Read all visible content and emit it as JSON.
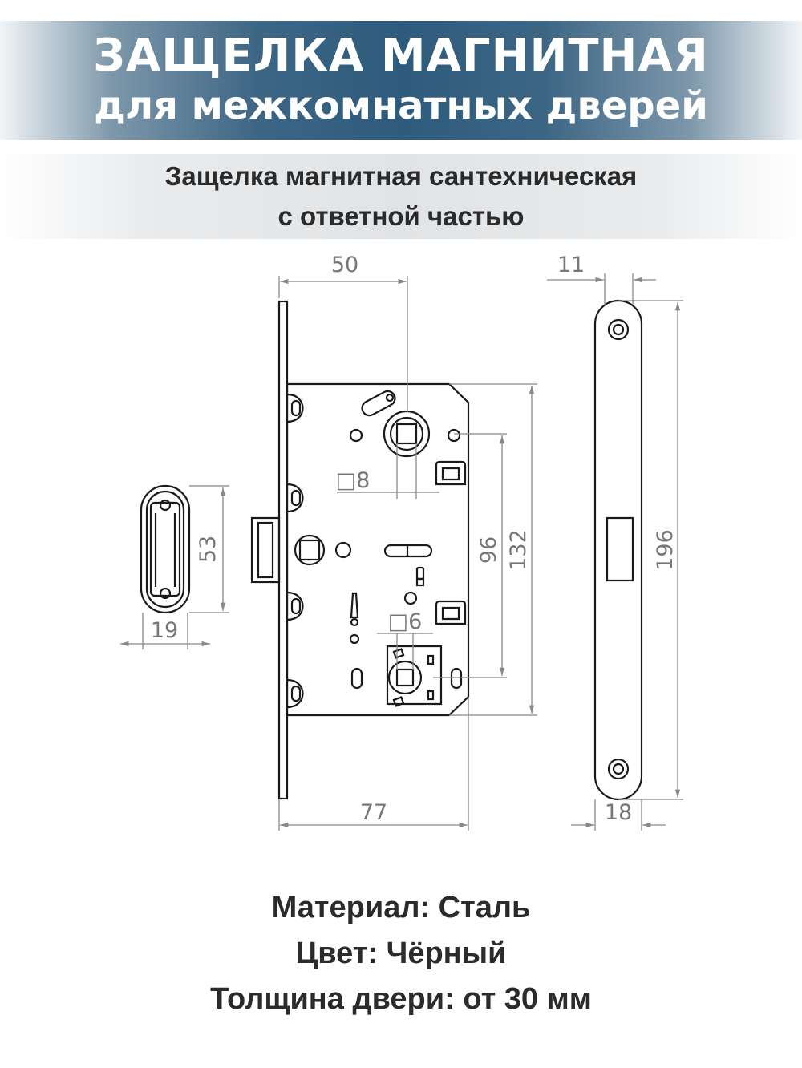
{
  "header": {
    "title_line1": "ЗАЩЕЛКА МАГНИТНАЯ",
    "title_line2": "для межкомнатных дверей"
  },
  "subtitle": {
    "line1": "Защелка магнитная сантехническая",
    "line2": "с ответной частью"
  },
  "diagram": {
    "dimensions": {
      "body_depth": "50",
      "faceplate_thickness": "11",
      "strike_height": "53",
      "strike_width": "19",
      "square_top": "□8",
      "square_bottom": "□6",
      "center_distance": "96",
      "body_height": "132",
      "faceplate_length": "196",
      "total_depth": "77",
      "faceplate_width": "18"
    },
    "colors": {
      "line": "#1a1a1a",
      "dimension": "#888888"
    }
  },
  "specs": {
    "material": "Материал: Сталь",
    "color": "Цвет: Чёрный",
    "door_thickness": "Толщина двери: от 30 мм"
  }
}
